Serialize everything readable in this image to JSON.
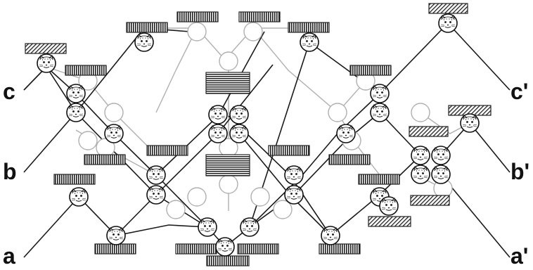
{
  "labels": {
    "c": "c",
    "b": "b",
    "a": "a",
    "c_prime": "c'",
    "b_prime": "b'",
    "a_prime": "a'"
  },
  "colors": {
    "line": "#1a1a1a",
    "empty_line": "#b0b0b0",
    "ink": "#222222",
    "background": "#ffffff"
  },
  "icons": {
    "cat": "cat-face-icon",
    "empty_node": "empty-node-icon",
    "vertical_bar": "vertical-stripe-bar-icon",
    "horizontal_bar": "horizontal-stripe-bar-icon",
    "hatched_bar": "hatched-bar-icon"
  }
}
